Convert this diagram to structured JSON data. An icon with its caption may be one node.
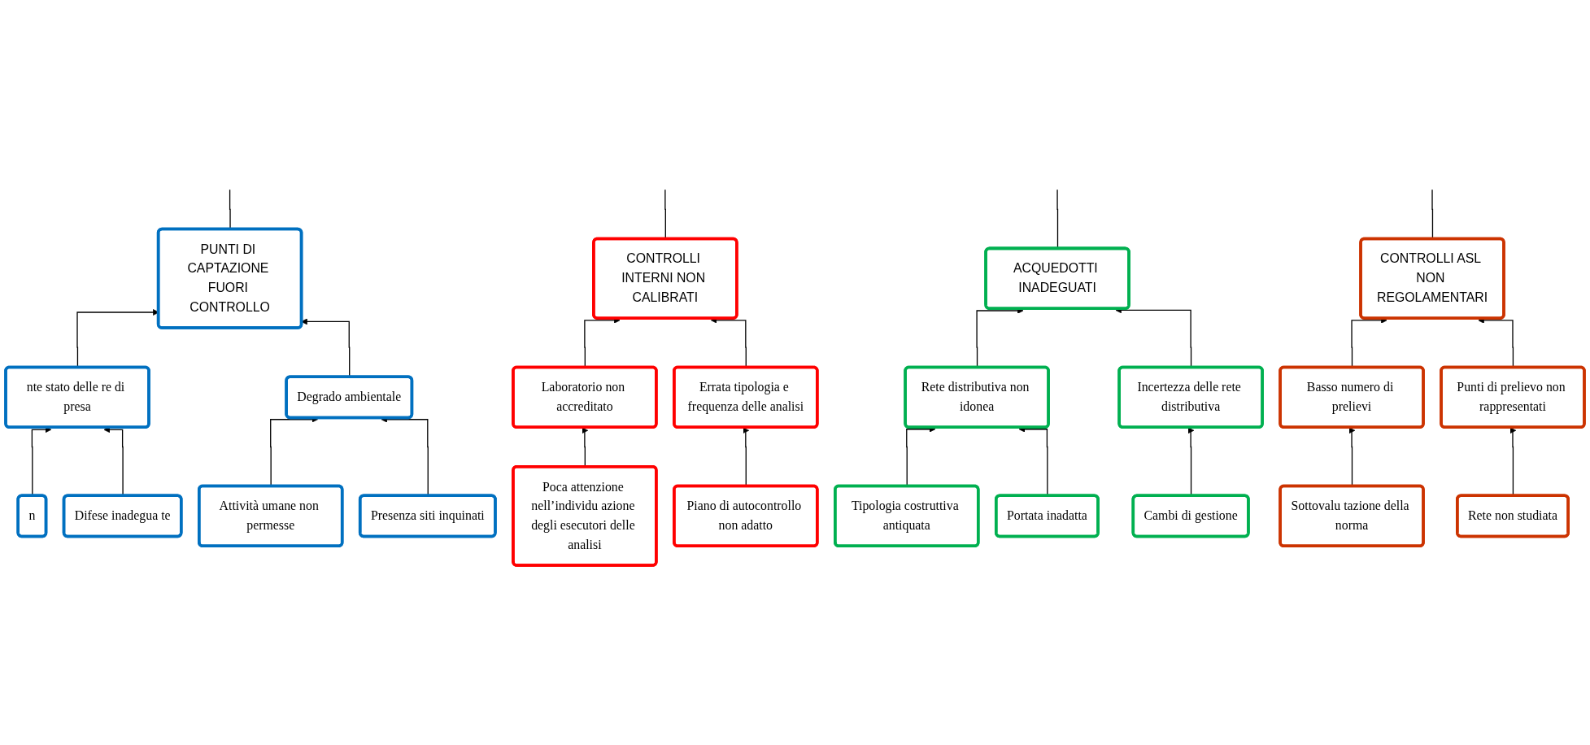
{
  "diagram": {
    "nodes": [
      {
        "text": [
          "PUNTI DI CAPTAZIONE FUORI CONTROLLO"
        ]
      },
      {
        "text": [
          "CONTROLLI INTERNI NON CALIBRATI"
        ]
      },
      {
        "text": [
          "ACQUEDOTTI INADEGUATI"
        ]
      },
      {
        "text": [
          "CONTROLLI ASL NON REGOLAMENTARI"
        ]
      },
      {
        "text": [
          "nte stato delle re di presa"
        ]
      },
      {
        "text": [
          "Degrado ambientale"
        ]
      },
      {
        "text": [
          "Laboratorio non accreditato"
        ]
      },
      {
        "text": [
          "Errata tipologia e frequenza delle analisi"
        ]
      },
      {
        "text": [
          "Rete distributiva non idonea"
        ]
      },
      {
        "text": [
          "Incertezza delle rete distributiva"
        ]
      },
      {
        "text": [
          "Basso numero di prelievi"
        ]
      },
      {
        "text": [
          "Punti di prelievo non rappresentati"
        ]
      },
      {
        "text": [
          "n"
        ]
      },
      {
        "text": [
          "Difese inadegua te"
        ]
      },
      {
        "text": [
          "Attività umane non permesse"
        ]
      },
      {
        "text": [
          "Presenza siti inquinati"
        ]
      },
      {
        "text": [
          "Poca attenzione nell’individu azione degli esecutori delle analisi"
        ]
      },
      {
        "text": [
          "Piano di autocontrollo non adatto"
        ]
      },
      {
        "text": [
          "Tipologia costruttiva antiquata"
        ]
      },
      {
        "text": [
          "Portata inadatta"
        ]
      },
      {
        "text": [
          "Cambi di gestione"
        ]
      },
      {
        "text": [
          "Sottovalu tazione della norma"
        ]
      },
      {
        "text": [
          "Rete non studiata"
        ]
      }
    ],
    "edges": [
      {
        "from": 0,
        "to": null,
        "arrow": "none"
      },
      {
        "from": 1,
        "to": null,
        "arrow": "none"
      },
      {
        "from": 2,
        "to": null,
        "arrow": "none"
      },
      {
        "from": 3,
        "to": null,
        "arrow": "none"
      },
      {
        "from": 4,
        "to": 0,
        "arrow": "to"
      },
      {
        "from": 5,
        "to": 0,
        "arrow": "to"
      },
      {
        "from": 6,
        "to": 1,
        "arrow": "to"
      },
      {
        "from": 7,
        "to": 1,
        "arrow": "to"
      },
      {
        "from": 8,
        "to": 2,
        "arrow": "to"
      },
      {
        "from": 9,
        "to": 2,
        "arrow": "to"
      },
      {
        "from": 10,
        "to": 3,
        "arrow": "to"
      },
      {
        "from": 11,
        "to": 3,
        "arrow": "to"
      },
      {
        "from": 12,
        "to": 4,
        "arrow": "to"
      },
      {
        "from": 13,
        "to": 4,
        "arrow": "to"
      },
      {
        "from": 14,
        "to": 5,
        "arrow": "to"
      },
      {
        "from": 15,
        "to": 5,
        "arrow": "to"
      },
      {
        "from": 16,
        "to": 6,
        "arrow": "to"
      },
      {
        "from": 17,
        "to": 7,
        "arrow": "to"
      },
      {
        "from": 18,
        "to": 8,
        "arrow": "to"
      },
      {
        "from": 19,
        "to": 8,
        "arrow": "to"
      },
      {
        "from": 20,
        "to": 9,
        "arrow": "to"
      },
      {
        "from": 21,
        "to": 10,
        "arrow": "to"
      },
      {
        "from": 22,
        "to": 11,
        "arrow": "to"
      }
    ]
  }
}
